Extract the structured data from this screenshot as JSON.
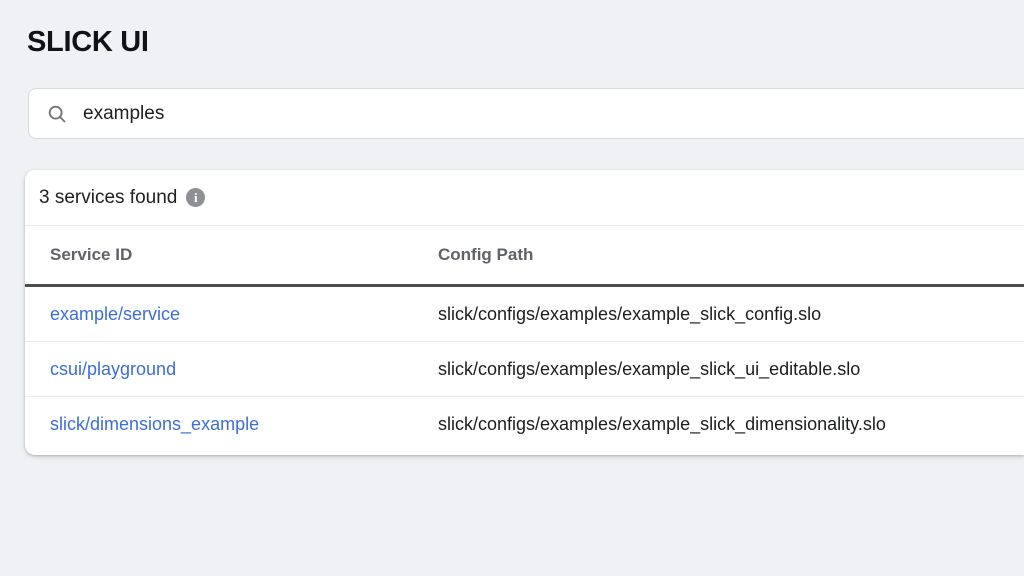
{
  "header": {
    "title": "SLICK UI"
  },
  "search": {
    "value": "examples",
    "icon": "search-icon"
  },
  "results": {
    "summary": "3 services found",
    "info_icon": "info-icon",
    "info_glyph": "i",
    "table": {
      "columns": [
        "Service ID",
        "Config Path"
      ],
      "rows": [
        {
          "service_id": "example/service",
          "config_path": "slick/configs/examples/example_slick_config.slo"
        },
        {
          "service_id": "csui/playground",
          "config_path": "slick/configs/examples/example_slick_ui_editable.slo"
        },
        {
          "service_id": "slick/dimensions_example",
          "config_path": "slick/configs/examples/example_slick_dimensionality.slo"
        }
      ]
    }
  },
  "colors": {
    "background": "#eff1f4",
    "card": "#ffffff",
    "link": "#3c6ed3",
    "header_text": "#5f6368",
    "header_underline": "#4a4d51",
    "body_text": "#1b1d1f",
    "info_icon_bg": "#8e9093"
  }
}
